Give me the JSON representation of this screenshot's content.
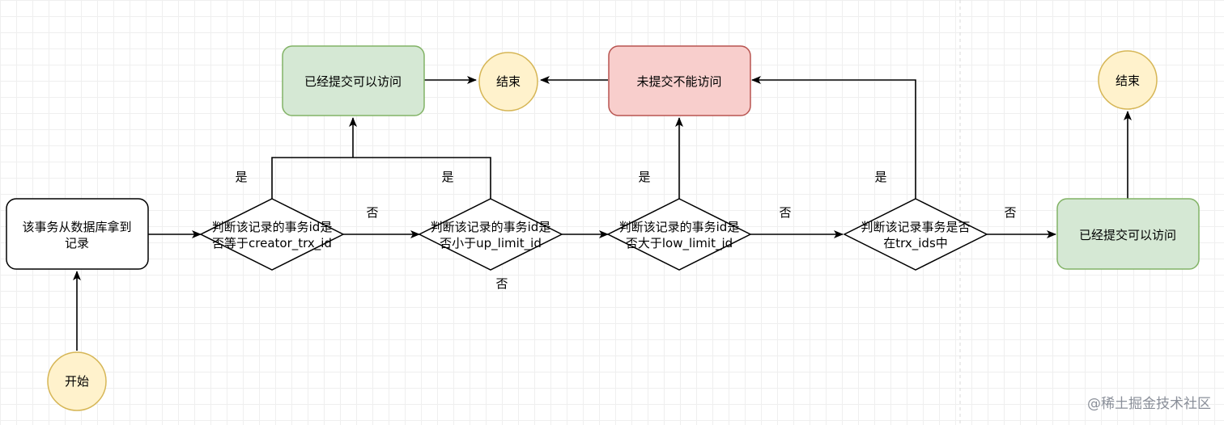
{
  "diagram": {
    "start": "开始",
    "fetch_record": [
      "该事务从数据库拿到",
      "记录"
    ],
    "decision_creator": [
      "判断该记录的事务id是",
      "否等于creator_trx_id"
    ],
    "decision_up_limit": [
      "判断该记录的事务id是",
      "否小于up_limit_id"
    ],
    "decision_low_limit": [
      "判断该记录的事务id是",
      "否大于low_limit_id"
    ],
    "decision_trx_ids": [
      "判断该记录事务是否",
      "在trx_ids中"
    ],
    "committed_visible_top": "已经提交可以访问",
    "end_left": "结束",
    "not_committed": "未提交不能访问",
    "committed_visible_right": "已经提交可以访问",
    "end_right": "结束",
    "labels": {
      "yes_creator": "是",
      "yes_up_limit": "是",
      "no_creator": "否",
      "no_up_limit": "否",
      "yes_low_limit": "是",
      "no_low_limit": "否",
      "yes_trx_ids": "是",
      "no_trx_ids": "否"
    }
  },
  "colors": {
    "start_end_fill": "#fff2cc",
    "start_end_stroke": "#d6b656",
    "green_fill": "#d5e8d4",
    "green_stroke": "#82b366",
    "red_fill": "#f8cecc",
    "red_stroke": "#b85450"
  },
  "watermark": "@稀土掘金技术社区"
}
